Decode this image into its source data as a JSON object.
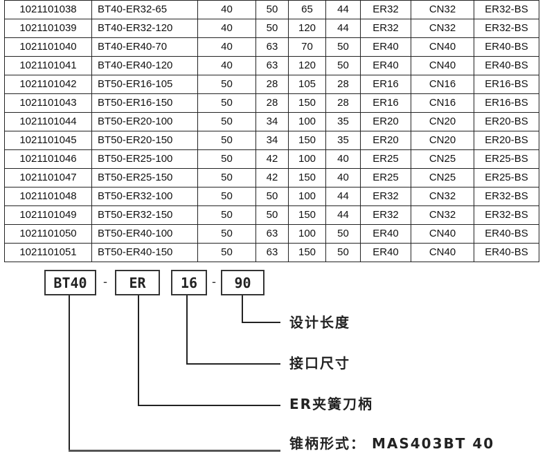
{
  "table": {
    "rows": [
      [
        "1021101038",
        "BT40-ER32-65",
        "40",
        "50",
        "65",
        "44",
        "ER32",
        "CN32",
        "ER32-BS"
      ],
      [
        "1021101039",
        "BT40-ER32-120",
        "40",
        "50",
        "120",
        "44",
        "ER32",
        "CN32",
        "ER32-BS"
      ],
      [
        "1021101040",
        "BT40-ER40-70",
        "40",
        "63",
        "70",
        "50",
        "ER40",
        "CN40",
        "ER40-BS"
      ],
      [
        "1021101041",
        "BT40-ER40-120",
        "40",
        "63",
        "120",
        "50",
        "ER40",
        "CN40",
        "ER40-BS"
      ],
      [
        "1021101042",
        "BT50-ER16-105",
        "50",
        "28",
        "105",
        "28",
        "ER16",
        "CN16",
        "ER16-BS"
      ],
      [
        "1021101043",
        "BT50-ER16-150",
        "50",
        "28",
        "150",
        "28",
        "ER16",
        "CN16",
        "ER16-BS"
      ],
      [
        "1021101044",
        "BT50-ER20-100",
        "50",
        "34",
        "100",
        "35",
        "ER20",
        "CN20",
        "ER20-BS"
      ],
      [
        "1021101045",
        "BT50-ER20-150",
        "50",
        "34",
        "150",
        "35",
        "ER20",
        "CN20",
        "ER20-BS"
      ],
      [
        "1021101046",
        "BT50-ER25-100",
        "50",
        "42",
        "100",
        "40",
        "ER25",
        "CN25",
        "ER25-BS"
      ],
      [
        "1021101047",
        "BT50-ER25-150",
        "50",
        "42",
        "150",
        "40",
        "ER25",
        "CN25",
        "ER25-BS"
      ],
      [
        "1021101048",
        "BT50-ER32-100",
        "50",
        "50",
        "100",
        "44",
        "ER32",
        "CN32",
        "ER32-BS"
      ],
      [
        "1021101049",
        "BT50-ER32-150",
        "50",
        "50",
        "150",
        "44",
        "ER32",
        "CN32",
        "ER32-BS"
      ],
      [
        "1021101050",
        "BT50-ER40-100",
        "50",
        "63",
        "100",
        "50",
        "ER40",
        "CN40",
        "ER40-BS"
      ],
      [
        "1021101051",
        "BT50-ER40-150",
        "50",
        "63",
        "150",
        "50",
        "ER40",
        "CN40",
        "ER40-BS"
      ]
    ]
  },
  "diagram": {
    "boxes": [
      "BT40",
      "ER",
      "16",
      "90"
    ],
    "dash": "-",
    "labels": [
      "设计长度",
      "接口尺寸",
      "ER夹簧刀柄",
      "锥柄形式： MAS403BT 40"
    ]
  }
}
